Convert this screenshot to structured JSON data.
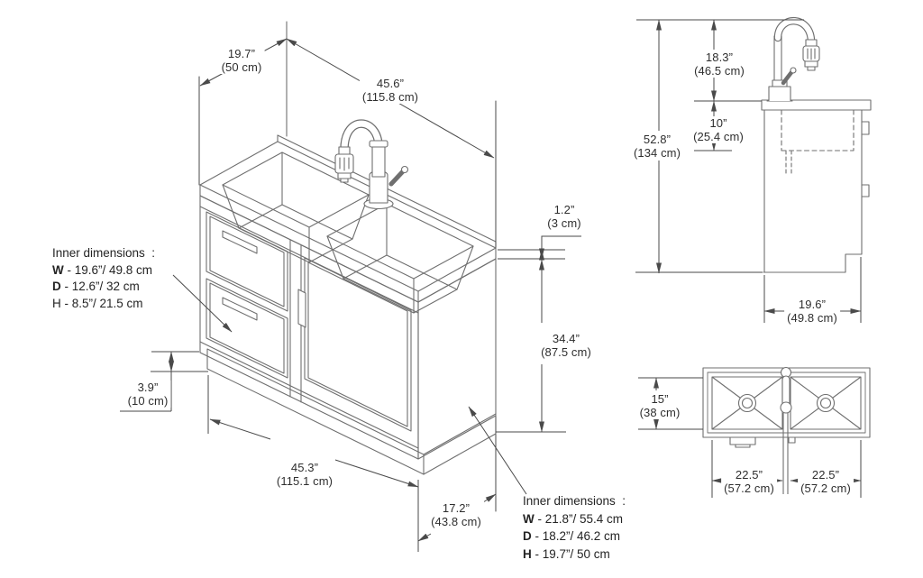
{
  "drawing": {
    "subject": "double-basin sink cabinet dimension drawing",
    "bg_color": "#ffffff",
    "line_color": "#6f6f6f",
    "dim_line_color": "#4a4a4a",
    "text_color": "#2e2e2e"
  },
  "main_view": {
    "dims": {
      "back_depth": {
        "in": "19.7”",
        "cm": "(50 cm)"
      },
      "top_width": {
        "in": "45.6”",
        "cm": "(115.8 cm)"
      },
      "counter_thickness": {
        "in": "1.2”",
        "cm": "(3 cm)"
      },
      "counter_height": {
        "in": "34.4”",
        "cm": "(87.5 cm)"
      },
      "toe_kick_height": {
        "in": "3.9”",
        "cm": "(10 cm)"
      },
      "front_width": {
        "in": "45.3”",
        "cm": "(115.1 cm)"
      },
      "side_depth": {
        "in": "17.2”",
        "cm": "(43.8 cm)"
      }
    },
    "drawer_note": {
      "title": "Inner dimensions  :",
      "rows": [
        {
          "key": "W",
          "value": "- 19.6”/ 49.8 cm"
        },
        {
          "key": "D",
          "value": "- 12.6”/ 32 cm"
        },
        {
          "key": "H",
          "value": "- 8.5”/ 21.5 cm"
        }
      ]
    },
    "cabinet_note": {
      "title": "Inner dimensions  :",
      "rows": [
        {
          "key": "W",
          "value": "- 21.8”/ 55.4 cm"
        },
        {
          "key": "D",
          "value": "- 18.2”/ 46.2 cm"
        },
        {
          "key": "H",
          "value": "- 19.7”/ 50 cm"
        }
      ]
    }
  },
  "side_view": {
    "dims": {
      "overall_height": {
        "in": "52.8”",
        "cm": "(134 cm)"
      },
      "faucet_height": {
        "in": "18.3”",
        "cm": "(46.5 cm)"
      },
      "basin_depth": {
        "in": "10”",
        "cm": "(25.4 cm)"
      },
      "cabinet_depth": {
        "in": "19.6”",
        "cm": "(49.8 cm)"
      }
    }
  },
  "top_view": {
    "dims": {
      "basin_front_depth": {
        "in": "15”",
        "cm": "(38 cm)"
      },
      "left_basin_width": {
        "in": "22.5”",
        "cm": "(57.2 cm)"
      },
      "right_basin_width": {
        "in": "22.5”",
        "cm": "(57.2 cm)"
      }
    }
  }
}
